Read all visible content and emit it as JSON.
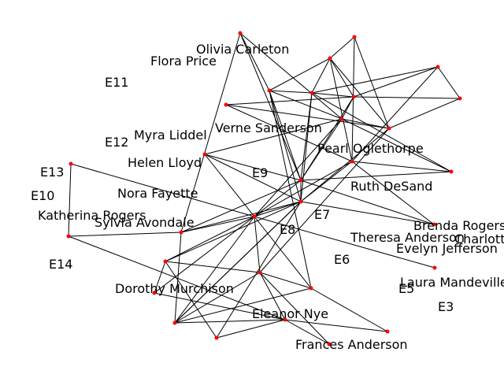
{
  "colors": {
    "edge": "#000000",
    "node": "#ff0000",
    "label": "#000000",
    "background": "#ffffff"
  },
  "nodes": [
    {
      "id": "A",
      "label": "Olivia Carleton"
    },
    {
      "id": "B",
      "label": "Flora Price"
    },
    {
      "id": "C",
      "label": "E11"
    },
    {
      "id": "D",
      "label": "Verne Sanderson"
    },
    {
      "id": "E",
      "label": "Myra Liddel"
    },
    {
      "id": "F",
      "label": "E12"
    },
    {
      "id": "G",
      "label": "Pearl Oglethorpe"
    },
    {
      "id": "H",
      "label": "Helen Lloyd"
    },
    {
      "id": "I",
      "label": "E13"
    },
    {
      "id": "J",
      "label": "E9"
    },
    {
      "id": "K",
      "label": "Ruth DeSand"
    },
    {
      "id": "L",
      "label": "E10"
    },
    {
      "id": "M",
      "label": "Nora Fayette"
    },
    {
      "id": "N",
      "label": "E7"
    },
    {
      "id": "O",
      "label": "Katherina Rogers"
    },
    {
      "id": "P",
      "label": "Sylvia Avondale"
    },
    {
      "id": "Q",
      "label": "E8"
    },
    {
      "id": "R",
      "label": "Brenda Rogers"
    },
    {
      "id": "S",
      "label": "Theresa Anderson"
    },
    {
      "id": "T",
      "label": "Charlotte McDowd"
    },
    {
      "id": "U",
      "label": "Evelyn Jefferson"
    },
    {
      "id": "V",
      "label": "E14"
    },
    {
      "id": "W",
      "label": "E6"
    },
    {
      "id": "X",
      "label": "Laura Mandeville"
    },
    {
      "id": "Y",
      "label": "Dorothy Murchison"
    },
    {
      "id": "Z",
      "label": "E5"
    },
    {
      "id": "AA",
      "label": "E3"
    },
    {
      "id": "AB",
      "label": "Eleanor Nye"
    },
    {
      "id": "AC",
      "label": "Frances Anderson"
    }
  ]
}
